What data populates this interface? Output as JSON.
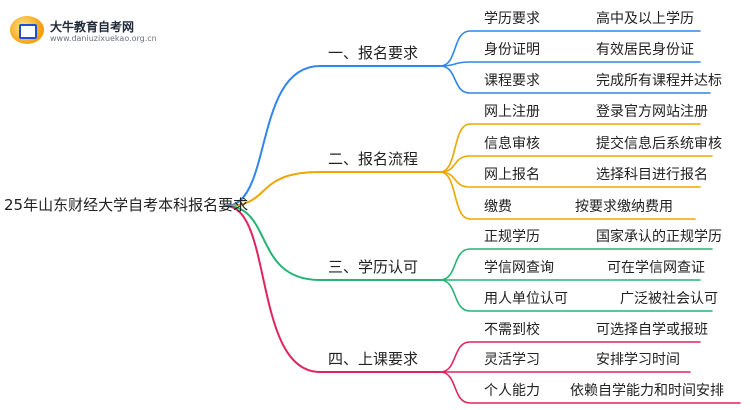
{
  "logo": {
    "name": "大牛教育自考网",
    "url": "www.daniuzixuekao.org.cn"
  },
  "root": "25年山东财经大学自考本科报名要求",
  "branches": [
    {
      "label": "一、报名要求",
      "color": "#2f86eb",
      "items": [
        {
          "key": "学历要求",
          "value": "高中及以上学历"
        },
        {
          "key": "身份证明",
          "value": "有效居民身份证"
        },
        {
          "key": "课程要求",
          "value": "完成所有课程并达标"
        }
      ]
    },
    {
      "label": "二、报名流程",
      "color": "#f0a500",
      "items": [
        {
          "key": "网上注册",
          "value": "登录官方网站注册"
        },
        {
          "key": "信息审核",
          "value": "提交信息后系统审核"
        },
        {
          "key": "网上报名",
          "value": "选择科目进行报名"
        },
        {
          "key": "缴费",
          "value": "按要求缴纳费用"
        }
      ]
    },
    {
      "label": "三、学历认可",
      "color": "#22b573",
      "items": [
        {
          "key": "正规学历",
          "value": "国家承认的正规学历"
        },
        {
          "key": "学信网查询",
          "value": "可在学信网查证"
        },
        {
          "key": "用人单位认可",
          "value": "广泛被社会认可"
        }
      ]
    },
    {
      "label": "四、上课要求",
      "color": "#e0245e",
      "items": [
        {
          "key": "不需到校",
          "value": "可选择自学或报班"
        },
        {
          "key": "灵活学习",
          "value": "安排学习时间"
        },
        {
          "key": "个人能力",
          "value": "依赖自学能力和时间安排"
        }
      ]
    }
  ]
}
